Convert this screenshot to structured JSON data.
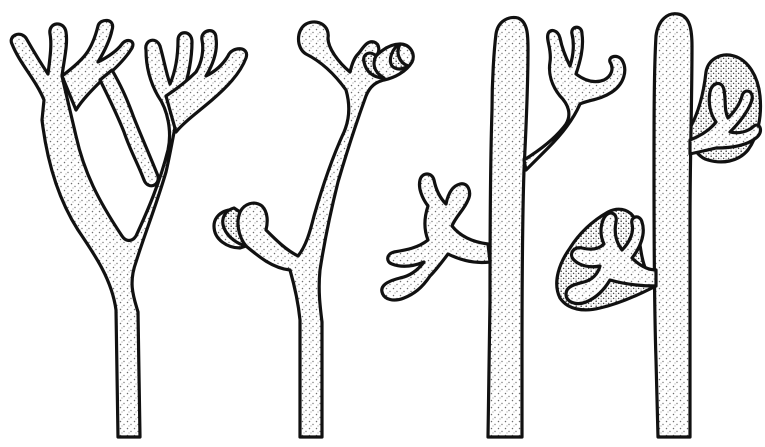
{
  "figure": {
    "description_labels": [],
    "colors": {
      "background": "#ffffff",
      "outline": "#111111",
      "stipple_light": "#bdbdbd",
      "stipple_dark": "#555555"
    },
    "panels": [
      {
        "id": "panel-1",
        "form": "dichotomous-branching"
      },
      {
        "id": "panel-2",
        "form": "unequal-dichotomy-with-planated-tips"
      },
      {
        "id": "panel-3",
        "form": "overtopping-main-axis-with-lateral-branches"
      },
      {
        "id": "panel-4",
        "form": "main-axis-with-webbed-lateral-branches"
      }
    ]
  }
}
